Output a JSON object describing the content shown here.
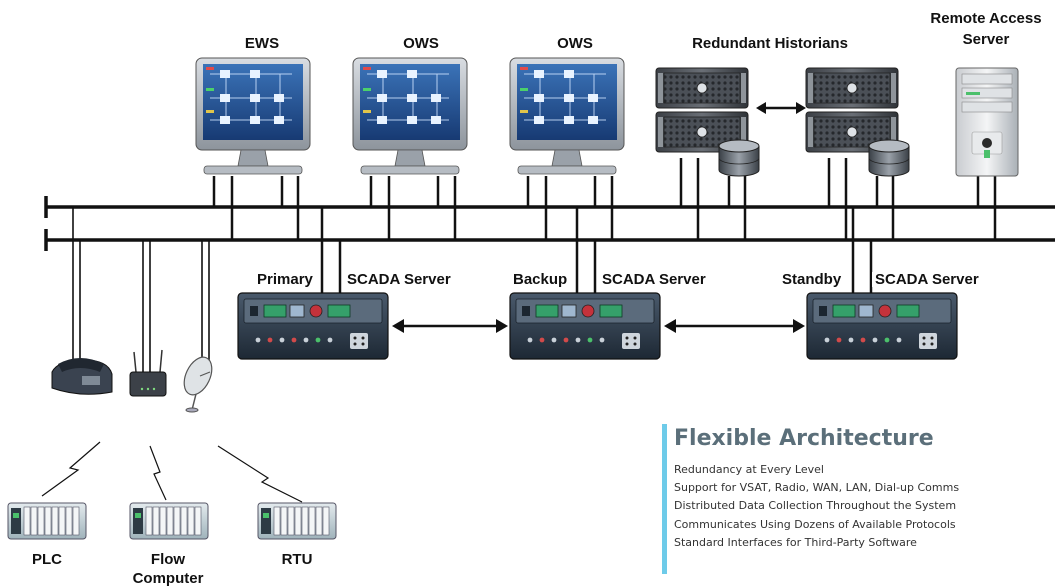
{
  "labels": {
    "ews": "EWS",
    "ows1": "OWS",
    "ows2": "OWS",
    "historians": "Redundant Historians",
    "remote_access": [
      "Remote Access",
      "Server"
    ],
    "primary": "Primary",
    "backup": "Backup",
    "standby": "Standby",
    "scada1": "SCADA Server",
    "scada2": "SCADA Server",
    "scada3": "SCADA Server",
    "plc": "PLC",
    "flow": [
      "Flow",
      "Computer"
    ],
    "rtu": "RTU"
  },
  "info": {
    "title": "Flexible Architecture",
    "items": [
      "Redundancy at Every Level",
      "Support for VSAT, Radio, WAN, LAN, Dial-up Comms",
      "Distributed Data Collection Throughout the System",
      "Communicates Using Dozens of Available Protocols",
      "Standard Interfaces for Third-Party Software"
    ]
  },
  "colors": {
    "accent_bar": "#6ecbe9",
    "heading": "#5b6f7a",
    "network_line": "#111111",
    "server_body": "#2b3a4a"
  },
  "icons": {
    "workstation": "monitor-icon",
    "historian": "rack-server-icon",
    "database": "database-cylinder-icon",
    "remote_server": "tower-server-icon",
    "scada": "scada-server-icon",
    "phone": "dialup-phone-icon",
    "router": "radio-router-icon",
    "dish": "satellite-dish-icon",
    "io_module": "io-rack-icon"
  }
}
